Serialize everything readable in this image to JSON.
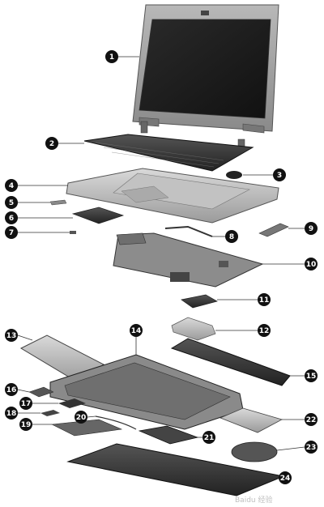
{
  "diagram": {
    "type": "exploded-parts-view",
    "callouts": [
      "1",
      "2",
      "3",
      "4",
      "5",
      "6",
      "7",
      "8",
      "9",
      "10",
      "11",
      "12",
      "13",
      "14",
      "15",
      "16",
      "17",
      "18",
      "19",
      "20",
      "21",
      "22",
      "23",
      "24"
    ]
  },
  "watermark": "Baidu 经验"
}
